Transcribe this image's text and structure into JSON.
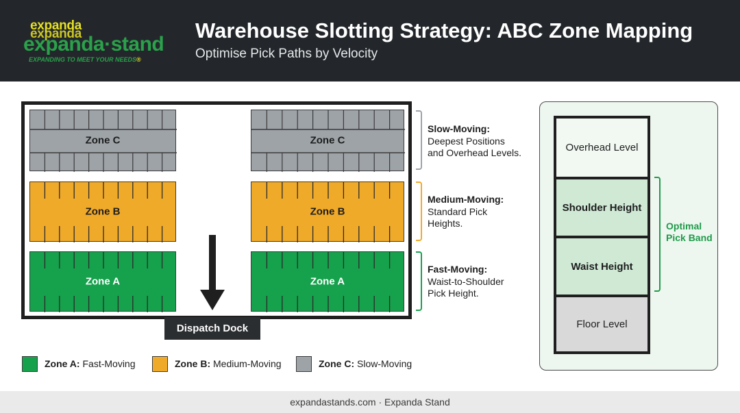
{
  "header": {
    "logo": {
      "top_word": "expanda",
      "main_word": "expanda·stand",
      "tagline": "EXPANDING TO MEET YOUR NEEDS",
      "tagline_trademark": "®"
    },
    "title": "Warehouse Slotting Strategy: ABC Zone Mapping",
    "subtitle": "Optimise Pick Paths by Velocity"
  },
  "warehouse": {
    "racks": {
      "c_left": "Zone C",
      "c_right": "Zone C",
      "b_left": "Zone B",
      "b_right": "Zone B",
      "a_left": "Zone A",
      "a_right": "Zone A"
    },
    "dock_label": "Dispatch Dock"
  },
  "notes": {
    "slow": {
      "title": "Slow-Moving:",
      "line1": "Deepest Positions",
      "line2": "and Overhead Levels."
    },
    "medium": {
      "title": "Medium-Moving:",
      "line1": "Standard Pick",
      "line2": "Heights."
    },
    "fast": {
      "title": "Fast-Moving:",
      "line1": "Waist-to-Shoulder",
      "line2": "Pick Height."
    }
  },
  "legend": [
    {
      "zone": "Zone A:",
      "desc": " Fast-Moving",
      "color": "#16a14c"
    },
    {
      "zone": "Zone B:",
      "desc": " Medium-Moving",
      "color": "#f0aa2a"
    },
    {
      "zone": "Zone C:",
      "desc": " Slow-Moving",
      "color": "#9ea3a8"
    }
  ],
  "height_levels": {
    "overhead": "Overhead Level",
    "shoulder": "Shoulder Height",
    "waist": "Waist Height",
    "floor": "Floor Level",
    "band_line1": "Optimal",
    "band_line2": "Pick Band"
  },
  "colors": {
    "zone_a": "#16a14c",
    "zone_b": "#f0aa2a",
    "zone_c": "#9ea3a8",
    "optimal_band": "#1e9a4a",
    "header_bg": "#23272b"
  },
  "footer": {
    "text": "expandastands.com · Expanda Stand"
  }
}
